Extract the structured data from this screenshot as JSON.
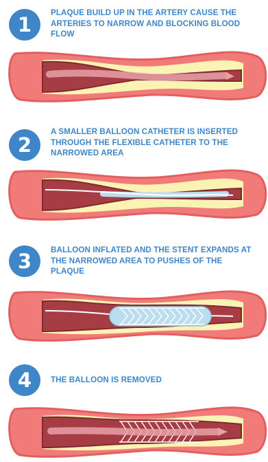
{
  "steps": [
    {
      "number": "1",
      "caption": "PLAQUE BUILD UP IN THE ARTERY CAUSE THE ARTERIES TO NARROW AND BLOCKING BLOOD FLOW"
    },
    {
      "number": "2",
      "caption": "A SMALLER BALLOON CATHETER IS INSERTED THROUGH THE FLEXIBLE CATHETER TO THE NARROWED AREA"
    },
    {
      "number": "3",
      "caption": "BALLOON INFLATED AND THE STENT EXPANDS AT THE NARROWED AREA TO PUSHES OF THE PLAQUE"
    },
    {
      "number": "4",
      "caption": "THE BALLOON IS REMOVED"
    }
  ],
  "colors": {
    "badge": "#3f86c9",
    "caption": "#3f86c9",
    "artery_wall": "#f07b78",
    "artery_outline": "#e35f5f",
    "plaque": "#fbf3b4",
    "lumen": "#a63d44",
    "balloon": "#bcdcef",
    "stent": "#ffffff",
    "flow_arrow": "#e8a0a8"
  }
}
